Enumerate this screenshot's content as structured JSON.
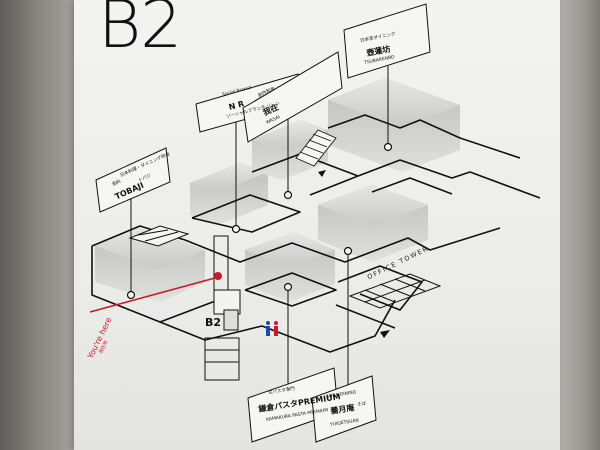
{
  "floor": {
    "title": "B2"
  },
  "you_are_here": {
    "label": "You're here",
    "sub": "現在地"
  },
  "office_tower": "OFFICE TOWER",
  "stores": [
    {
      "id": "tobaji",
      "category": "日本料理・ダイニング和食",
      "subtitle": "鳥料",
      "name": "TOBAJI",
      "reading": "トバジ"
    },
    {
      "id": "nr",
      "category": "Social Branch",
      "name": "N R",
      "reading": "ソーシャルブランチ ゾーン"
    },
    {
      "id": "wasa",
      "category": "創作和食",
      "name": "我在",
      "reading": "WASAI"
    },
    {
      "id": "tentenbo",
      "category": "日本茶ダイニング",
      "name": "壺蓮坊",
      "reading": "TSUBARENBO"
    },
    {
      "id": "kamakura",
      "category": "生パスタ専門",
      "name": "鎌倉パスタPREMIUM",
      "reading": "KAMAKURA PASTA PREMIUM"
    },
    {
      "id": "soba",
      "category": "SOBA DINING",
      "name": "蕎月庵",
      "reading": "YUIGETSUAN",
      "extra": "そば"
    }
  ],
  "colors": {
    "accent": "#c8182a",
    "ink": "#111111",
    "block": "#cfcfcd"
  },
  "icons": [
    "escalator-icon",
    "elevator-icon",
    "restroom-icon",
    "stairs-icon",
    "you-are-here-marker-icon"
  ]
}
